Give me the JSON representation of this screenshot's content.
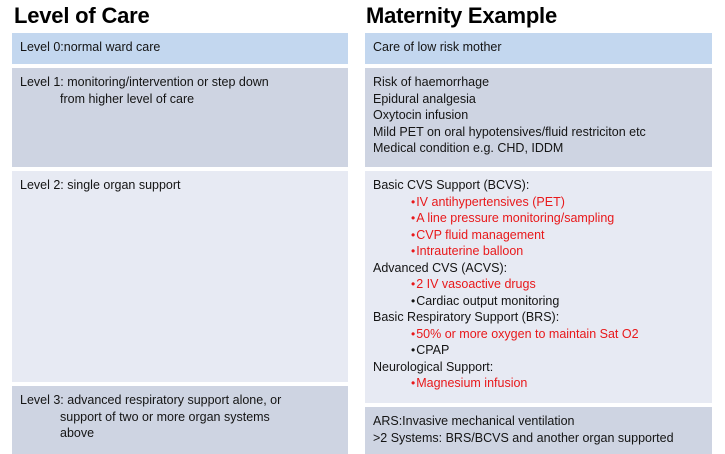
{
  "slide": {
    "columns": {
      "left_title": "Level of Care",
      "right_title": "Maternity Example"
    },
    "colors": {
      "row_level0": "#c3d7ef",
      "row_level1": "#ced4e2",
      "row_level2": "#e7eaf3",
      "row_level3": "#ced4e2",
      "highlight_text": "#e8191b",
      "body_text": "#141414",
      "background": "#ffffff"
    },
    "rows": [
      {
        "id": "level-0",
        "left": {
          "lines": [
            "Level 0:normal ward care"
          ]
        },
        "right": {
          "lines": [
            "Care of low risk mother"
          ]
        }
      },
      {
        "id": "level-1",
        "left": {
          "lines": [
            "Level 1: monitoring/intervention or step down",
            "from higher level of care"
          ]
        },
        "right": {
          "lines": [
            "Risk of haemorrhage",
            "Epidural analgesia",
            "Oxytocin infusion",
            "Mild PET on oral hypotensives/fluid  restriciton etc",
            "Medical condition e.g. CHD, IDDM"
          ]
        }
      },
      {
        "id": "level-2",
        "left": {
          "lines": [
            "Level 2: single organ support"
          ]
        },
        "right": {
          "groups": [
            {
              "heading": "Basic CVS Support (BCVS):",
              "items": [
                {
                  "text": "IV antihypertensives (PET)",
                  "color": "red"
                },
                {
                  "text": "A line pressure monitoring/sampling",
                  "color": "red"
                },
                {
                  "text": "CVP fluid management",
                  "color": "red"
                },
                {
                  "text": "Intrauterine balloon",
                  "color": "red"
                }
              ]
            },
            {
              "heading": "Advanced CVS (ACVS):",
              "items": [
                {
                  "text": "2 IV vasoactive drugs",
                  "color": "red"
                },
                {
                  "text": "Cardiac output monitoring",
                  "color": "black"
                }
              ]
            },
            {
              "heading": "Basic Respiratory Support (BRS):",
              "items": [
                {
                  "text": "50% or more oxygen  to maintain Sat O2",
                  "color": "red"
                },
                {
                  "text": "CPAP",
                  "color": "black"
                }
              ]
            },
            {
              "heading": "Neurological Support:",
              "items": [
                {
                  "text": "Magnesium infusion",
                  "color": "red"
                }
              ]
            }
          ]
        }
      },
      {
        "id": "level-3",
        "left": {
          "lines": [
            "Level 3: advanced respiratory support alone, or",
            "support of two or more organ systems",
            "above"
          ]
        },
        "right": {
          "lines": [
            "ARS:Invasive mechanical ventilation",
            ">2 Systems: BRS/BCVS and another organ supported"
          ]
        }
      }
    ]
  }
}
